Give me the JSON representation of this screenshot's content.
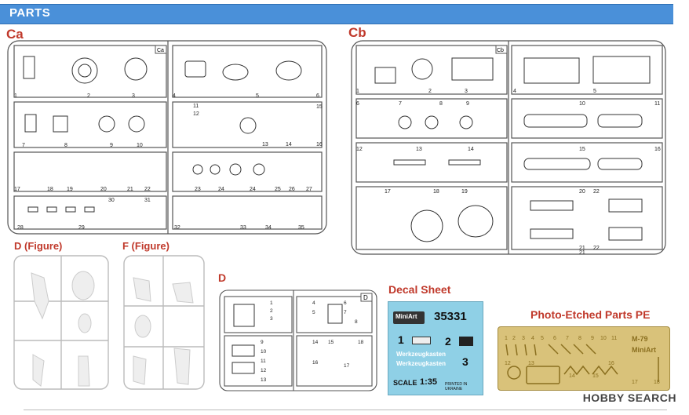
{
  "header": {
    "title": "PARTS"
  },
  "sprues": {
    "ca": {
      "label": "Ca",
      "tag": "Ca",
      "numbers": [
        "1",
        "2",
        "3",
        "4",
        "5",
        "6",
        "7",
        "8",
        "9",
        "10",
        "11",
        "12",
        "13",
        "14",
        "15",
        "16",
        "17",
        "18",
        "19",
        "20",
        "21",
        "22",
        "23",
        "24",
        "24",
        "25",
        "26",
        "27",
        "28",
        "29",
        "30",
        "31",
        "32",
        "33",
        "34",
        "35"
      ]
    },
    "cb": {
      "label": "Cb",
      "tag": "Cb",
      "numbers": [
        "1",
        "2",
        "3",
        "4",
        "5",
        "6",
        "7",
        "8",
        "9",
        "10",
        "11",
        "12",
        "13",
        "14",
        "15",
        "16",
        "17",
        "18",
        "19",
        "20",
        "21",
        "22",
        "21",
        "22"
      ]
    },
    "d_figure": {
      "label": "D (Figure)"
    },
    "f_figure": {
      "label": "F (Figure)"
    },
    "d": {
      "label": "D",
      "tag": "D",
      "numbers": [
        "1",
        "2",
        "3",
        "4",
        "5",
        "6",
        "7",
        "8",
        "9",
        "10",
        "11",
        "12",
        "13",
        "14",
        "15",
        "16",
        "17",
        "18"
      ]
    }
  },
  "decal_sheet": {
    "title": "Decal Sheet",
    "brand": "MiniArt",
    "code": "35331",
    "labels": [
      "1",
      "2",
      "3"
    ],
    "text_lines": [
      "Werkzeugkasten",
      "Werkzeugkasten"
    ],
    "scale": "SCALE",
    "scale_value": "1:35",
    "footer": "PRINTED IN UKRAINE"
  },
  "photo_etched": {
    "title": "Photo-Etched Parts PE",
    "mark": "M-79",
    "brand": "MiniArt",
    "numbers": [
      "1",
      "2",
      "3",
      "4",
      "5",
      "6",
      "7",
      "8",
      "9",
      "10",
      "11",
      "12",
      "13",
      "14",
      "15",
      "16",
      "17",
      "18"
    ]
  },
  "watermark": {
    "text": "HOBBY SEARCH"
  },
  "colors": {
    "header": "#4a90d9",
    "title_red": "#c0392b",
    "decal_bg": "#8fd0e6",
    "pe_bg": "#d9c27a"
  }
}
